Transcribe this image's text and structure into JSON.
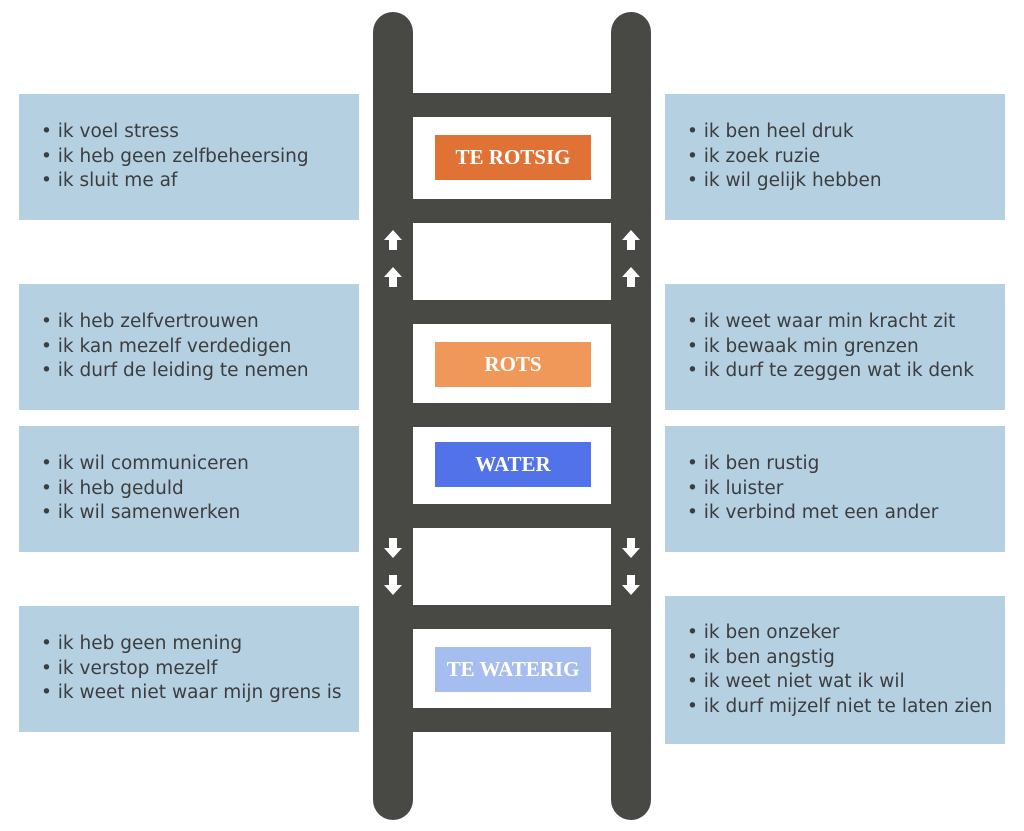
{
  "colors": {
    "ladder": "#484844",
    "box": "#b4d0e1",
    "text": "#3d3d3d",
    "arrow": "#ffffff"
  },
  "icons": {
    "up": "arrow-up-icon",
    "down": "arrow-down-icon"
  },
  "levels": [
    {
      "label": "TE ROTSIG",
      "color": "#e17236",
      "left": [
        "ik voel stress",
        "ik heb geen zelfbeheersing",
        "ik sluit me af"
      ],
      "right": [
        "ik ben heel druk",
        "ik zoek ruzie",
        "ik wil gelijk hebben"
      ]
    },
    {
      "label": "ROTS",
      "color": "#f0975a",
      "left": [
        "ik heb zelfvertrouwen",
        "ik kan mezelf verdedigen",
        "ik durf de leiding te nemen"
      ],
      "right": [
        "ik weet waar min kracht zit",
        "ik bewaak min grenzen",
        "ik durf te zeggen wat ik denk"
      ]
    },
    {
      "label": "WATER",
      "color": "#5172e8",
      "left": [
        "ik wil communiceren",
        "ik heb geduld",
        "ik wil samenwerken"
      ],
      "right": [
        "ik ben rustig",
        "ik luister",
        "ik verbind met een ander"
      ]
    },
    {
      "label": "TE WATERIG",
      "color": "#a6bdf0",
      "left": [
        "ik heb geen mening",
        "ik verstop mezelf",
        "ik weet niet waar mijn grens is"
      ],
      "right": [
        "ik ben onzeker",
        "ik ben angstig",
        "ik weet niet wat ik wil",
        "ik durf mijzelf niet te laten zien"
      ]
    }
  ]
}
